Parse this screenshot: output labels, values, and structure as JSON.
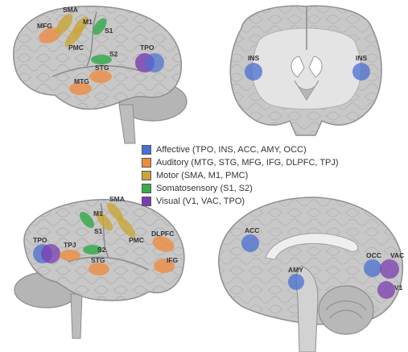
{
  "colors": {
    "affective": "#4a6fd0",
    "auditory": "#f08a3c",
    "motor": "#c9a63a",
    "somatosensory": "#3aaa4f",
    "visual": "#7b3db0"
  },
  "legend": [
    {
      "category": "affective",
      "text": "Affective (TPO, INS, ACC, AMY, OCC)"
    },
    {
      "category": "auditory",
      "text": "Auditory (MTG, STG, MFG, IFG, DLPFC, TPJ)"
    },
    {
      "category": "motor",
      "text": "Motor (SMA, M1, PMC)"
    },
    {
      "category": "somatosensory",
      "text": "Somatosensory (S1, S2)"
    },
    {
      "category": "visual",
      "text": "Visual (V1, VAC, TPO)"
    }
  ],
  "panels": {
    "left_lateral": {
      "labels": {
        "sma": "SMA",
        "mfg": "MFG",
        "m1": "M1",
        "s1": "S1",
        "pmc": "PMC",
        "s2": "S2",
        "tpo": "TPO",
        "stg": "STG",
        "mtg": "MTG"
      }
    },
    "coronal": {
      "labels": {
        "ins_left": "INS",
        "ins_right": "INS"
      }
    },
    "right_lateral": {
      "labels": {
        "sma": "SMA",
        "m1": "M1",
        "s1": "S1",
        "pmc": "PMC",
        "dlpfc": "DLPFC",
        "tpo": "TPO",
        "tpj": "TPJ",
        "s2": "S2",
        "ifg": "IFG",
        "stg": "STG"
      }
    },
    "sagittal": {
      "labels": {
        "acc": "ACC",
        "amy": "AMY",
        "occ": "OCC",
        "vac": "VAC",
        "v1": "V1"
      }
    }
  }
}
